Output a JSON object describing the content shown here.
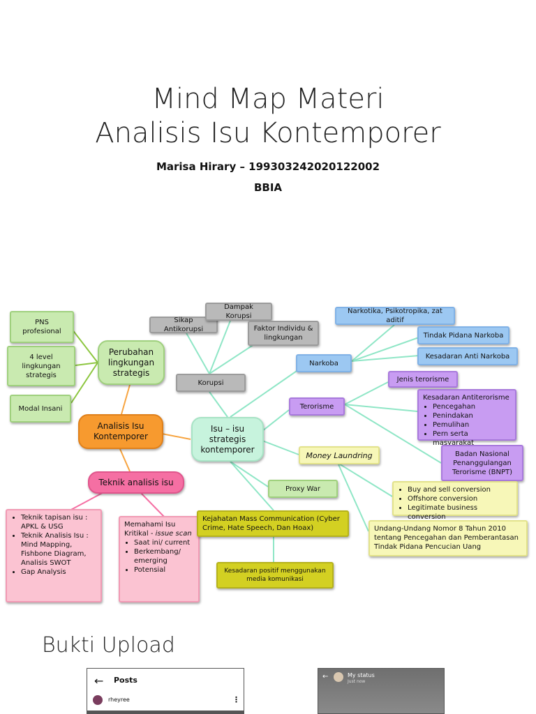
{
  "header": {
    "title_line1": "Mind Map Materi",
    "title_line2": "Analisis Isu Kontemporer",
    "author": "Marisa Hirary – 199303242020122002",
    "unit": "BBIA"
  },
  "mindmap": {
    "center": "Analisis Isu Kontemporer",
    "perubahan": "Perubahan lingkungan strategis",
    "pns": "PNS profesional",
    "level4": "4 level lingkungan strategis",
    "modal": "Modal Insani",
    "teknik": "Teknik analisis isu",
    "teknik_list": [
      "Teknik tapisan isu : APKL & USG",
      "Teknik Analisis Isu : Mind Mapping, Fishbone Diagram, Analisis SWOT",
      "Gap Analysis"
    ],
    "memahami_title": "Memahami Isu Kritikal - ",
    "memahami_issue": "issue scan",
    "memahami_list": [
      "Saat ini/ current",
      "Berkembang/ emerging",
      "Potensial"
    ],
    "isu": "Isu – isu strategis kontemporer",
    "korupsi": "Korupsi",
    "sikap": "Sikap Antikorupsi",
    "dampak": "Dampak Korupsi",
    "faktor": "Faktor Individu & lingkungan",
    "narkoba": "Narkoba",
    "narkotika": "Narkotika, Psikotropika, zat aditif",
    "tindak": "Tindak Pidana Narkoba",
    "kesadaran_narkoba": "Kesadaran Anti Narkoba",
    "terorisme": "Terorisme",
    "jenis": "Jenis terorisme",
    "kesadaran_teror_title": "Kesadaran Antiterorisme",
    "kesadaran_teror_list": [
      "Pencegahan",
      "Penindakan",
      "Pemulihan",
      "Pern serta masyarakat"
    ],
    "bnpt": "Badan Nasional Penanggulangan Terorisme (BNPT)",
    "money": "Money Laundring",
    "buy_list": [
      "Buy and sell conversion",
      "Offshore conversion",
      "Legitimate business conversion"
    ],
    "uu": "Undang-Undang Nomor 8 Tahun 2010 tentang Pencegahan dan Pemberantasan Tindak Pidana Pencucian Uang",
    "proxy": "Proxy War",
    "kejahatan": "Kejahatan Mass Communication (Cyber Crime, Hate Speech, Dan Hoax)",
    "kesadaran_positif": "Kesadaran positif menggunakan media komunikasi"
  },
  "bukti": {
    "heading": "Bukti Upload",
    "posts_label": "Posts",
    "username": "rheyree",
    "status_label": "My status",
    "status_time": "Just now"
  },
  "colors": {
    "line_green": "#8cc63f",
    "line_teal": "#8fe6c6",
    "line_orange": "#f7a440",
    "line_pink": "#f56fa3"
  }
}
